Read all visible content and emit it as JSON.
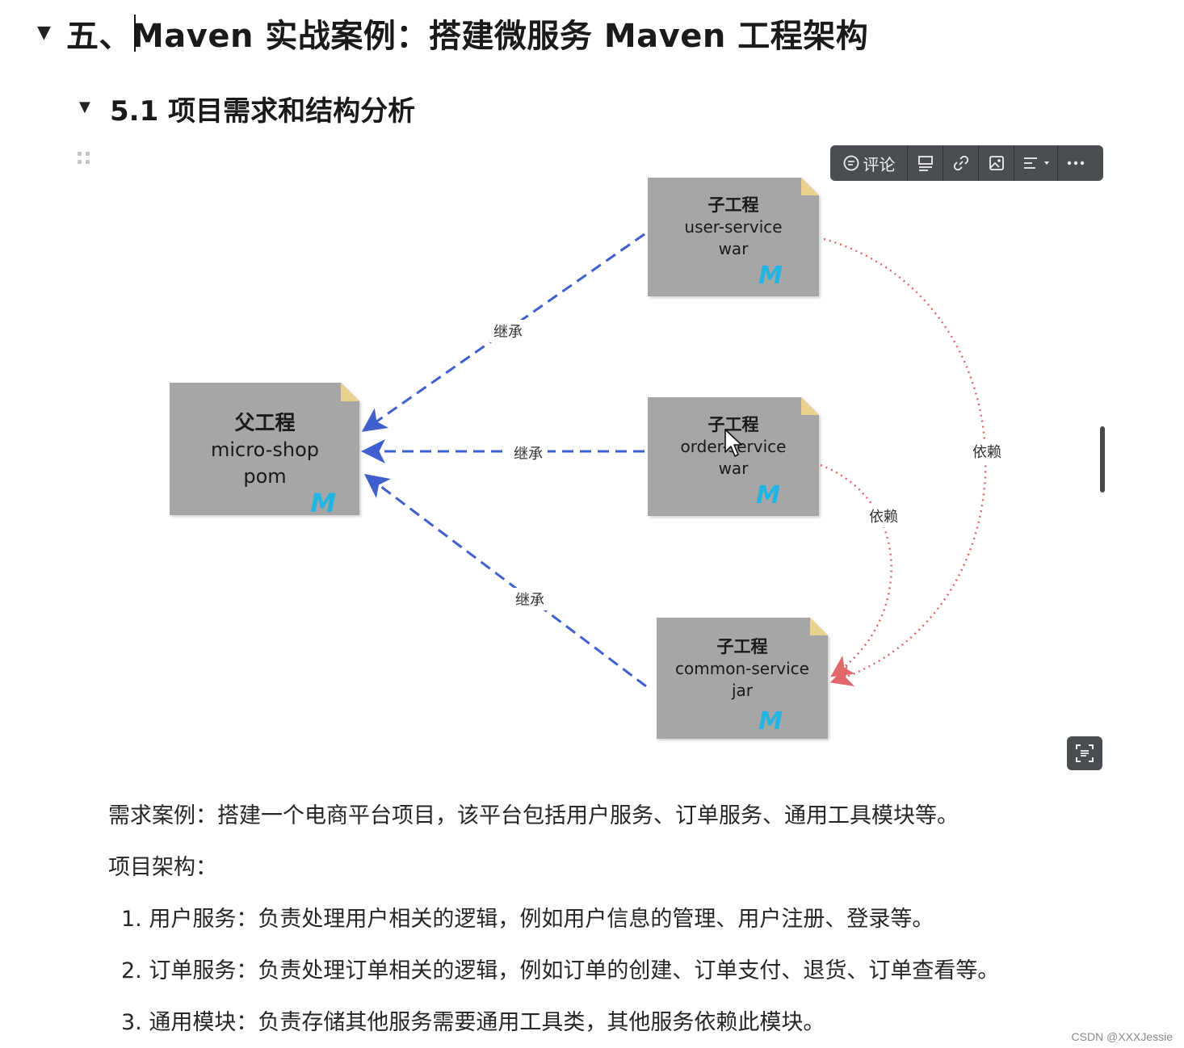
{
  "heading1": {
    "text": "五、Maven 实战案例：搭建微服务 Maven 工程架构"
  },
  "heading2": {
    "text": "5.1 项目需求和结构分析"
  },
  "toolbar": {
    "comment_label": "评论",
    "icons": [
      "comment-icon",
      "caption-icon",
      "link-icon",
      "image-icon",
      "align-icon",
      "chevron-down-icon",
      "more-icon"
    ]
  },
  "diagram": {
    "parent": {
      "line1": "父工程",
      "line2": "micro-shop",
      "line3": "pom",
      "logo": "M"
    },
    "user": {
      "line1": "子工程",
      "line2": "user-service",
      "line3": "war",
      "logo": "M"
    },
    "order": {
      "line1": "子工程",
      "line2": "order-service",
      "line3": "war",
      "logo": "M"
    },
    "common": {
      "line1": "子工程",
      "line2": "common-service",
      "line3": "jar",
      "logo": "M"
    },
    "edges": {
      "inherit_user": "继承",
      "inherit_order": "继承",
      "inherit_common": "继承",
      "depend_user": "依赖",
      "depend_order": "依赖"
    },
    "colors": {
      "node": "#a6a6a6",
      "fold": "#e8d28e",
      "logo": "#1fb6e3",
      "inherit": "#3f5fcf",
      "depend": "#e0686a"
    }
  },
  "content": {
    "requirement": "需求案例：搭建一个电商平台项目，该平台包括用户服务、订单服务、通用工具模块等。",
    "arch_title": "项目架构：",
    "items": [
      "1. 用户服务：负责处理用户相关的逻辑，例如用户信息的管理、用户注册、登录等。",
      "2. 订单服务：负责处理订单相关的逻辑，例如订单的创建、订单支付、退货、订单查看等。",
      "3. 通用模块：负责存储其他服务需要通用工具类，其他服务依赖此模块。"
    ]
  },
  "watermark": "CSDN @XXXJessie"
}
